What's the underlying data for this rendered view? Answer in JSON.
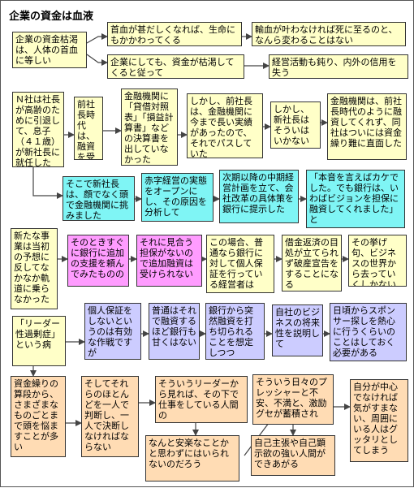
{
  "title": "企業の資金は血液",
  "colors": {
    "yellow": "#ffffc8",
    "cyan": "#7ff5f5",
    "pink": "#ff9cff",
    "lavender": "#ccccff",
    "peach": "#ffdcb4",
    "arrow": "#444444"
  },
  "boxes": {
    "b1": "企業の資金枯渇は、人体の首血に等しい",
    "b2": "首血が甚だしくなれば、生命にもかかわってくる",
    "b3": "輸血が叶わなければ死に至るのと、なんら変わることはない",
    "b4": "企業にしても、資金が枯渇してくると従って",
    "b5": "経営活動も鈍り、内外の信用を失う",
    "r2_1": "Ｎ社は社長が高齢のために引退して、息子（４１歳）が新社長に就任した",
    "r2_2": "前社長時代は、融資を受ける際",
    "r2_3": "金融機関に「貸借対照表」「損益計算書」などの決算書を出していなかった",
    "r2_4": "しかし、前社長は、金融機関に今まで長い実績があったので、それでパスしていた",
    "r2_5": "しかし、新社長はそういはいかない",
    "r2_6": "金融機関は、前社長時代のように融資してくれず、同社はついには資金繰り難に直面した",
    "r3_1": "そこで新社長は、顔でなく頭で金融機関に挑みました",
    "r3_2": "赤字経営の実態をオープンにし、その原因を分析して",
    "r3_3": "次期以降の中期経営計画を立て、会社改革の具体策を銀行に提示した",
    "r3_4": "「本音を言えばカケでした。でも銀行は、いわばビジョンを担保に融資してくれました」と",
    "r4_1": "新たな事業は当初の予想に反してなかなか軌道に乗らなかった",
    "r4_2": "そのときすぐに銀行に追加の支援を頼んでみたものの",
    "r4_3": "それに見合う担保がないので追加融資は受けられない",
    "r4_4": "この場合、普通なら銀行に対して個人保証を行っている経営者は",
    "r4_5": "借金返済の目処が立てられず破産宣告をすることになる",
    "r4_6": "その挙げ句、ビジネスの世界から去っていくしかない",
    "r5_1": "「リーダー性過剰症」という病",
    "r5_2": "個人保証をしないというのは有効な作戦ですが",
    "r5_3": "普通はそれで融資するほど銀行も甘くはない",
    "r5_4": "銀行から突然融資を打ち切られることを想定しつつ",
    "r5_5": "自社のビジネスの将来性を説明して",
    "r5_6": "日頃からスポンサー探しを熱心に行うくらいのことはしておく必要がある",
    "r6_1": "資金繰りの算段から、さまざまなものごとまで頭を悩ますことが多い",
    "r6_2": "そしてそれらのほとんどを一人で判断し、一人で決断しなければならない",
    "r6_3": "そういうリーダーから見れば、その下で仕事をしている人間の",
    "r6_4": "そういう日々のプレッシャーと不安、不満と、激励グセが蓄積され",
    "r6_5": "自分が中心でなければ気がすまない、周囲にいる人はグッタリとしてしまう",
    "r7_1": "なんと安楽なことかと思わずにはいられないのだろう",
    "r7_2": "自己主張や自己顕示欲の強い人間ができあがる"
  }
}
